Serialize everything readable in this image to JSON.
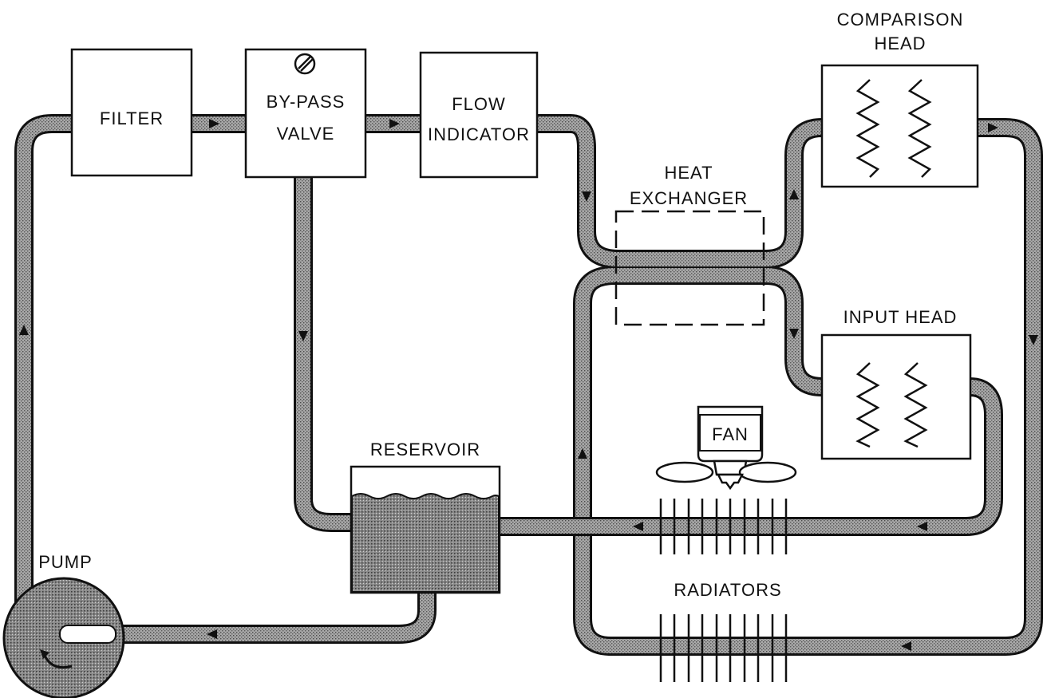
{
  "labels": {
    "filter": "FILTER",
    "bypass_line1": "BY-PASS",
    "bypass_line2": "VALVE",
    "flow_line1": "FLOW",
    "flow_line2": "INDICATOR",
    "heat_line1": "HEAT",
    "heat_line2": "EXCHANGER",
    "comparison_line1": "COMPARISON",
    "comparison_line2": "HEAD",
    "input_head": "INPUT HEAD",
    "fan": "FAN",
    "reservoir": "RESERVOIR",
    "radiators": "RADIATORS",
    "pump": "PUMP"
  },
  "colors": {
    "ink": "#111111",
    "pipe_fill": "#9a9a9a",
    "liquid": "#8a8a8a",
    "pump": "#9c9c9c"
  },
  "icons": [
    "valve-screw-icon",
    "fan-icon",
    "flow-arrow-icon"
  ]
}
